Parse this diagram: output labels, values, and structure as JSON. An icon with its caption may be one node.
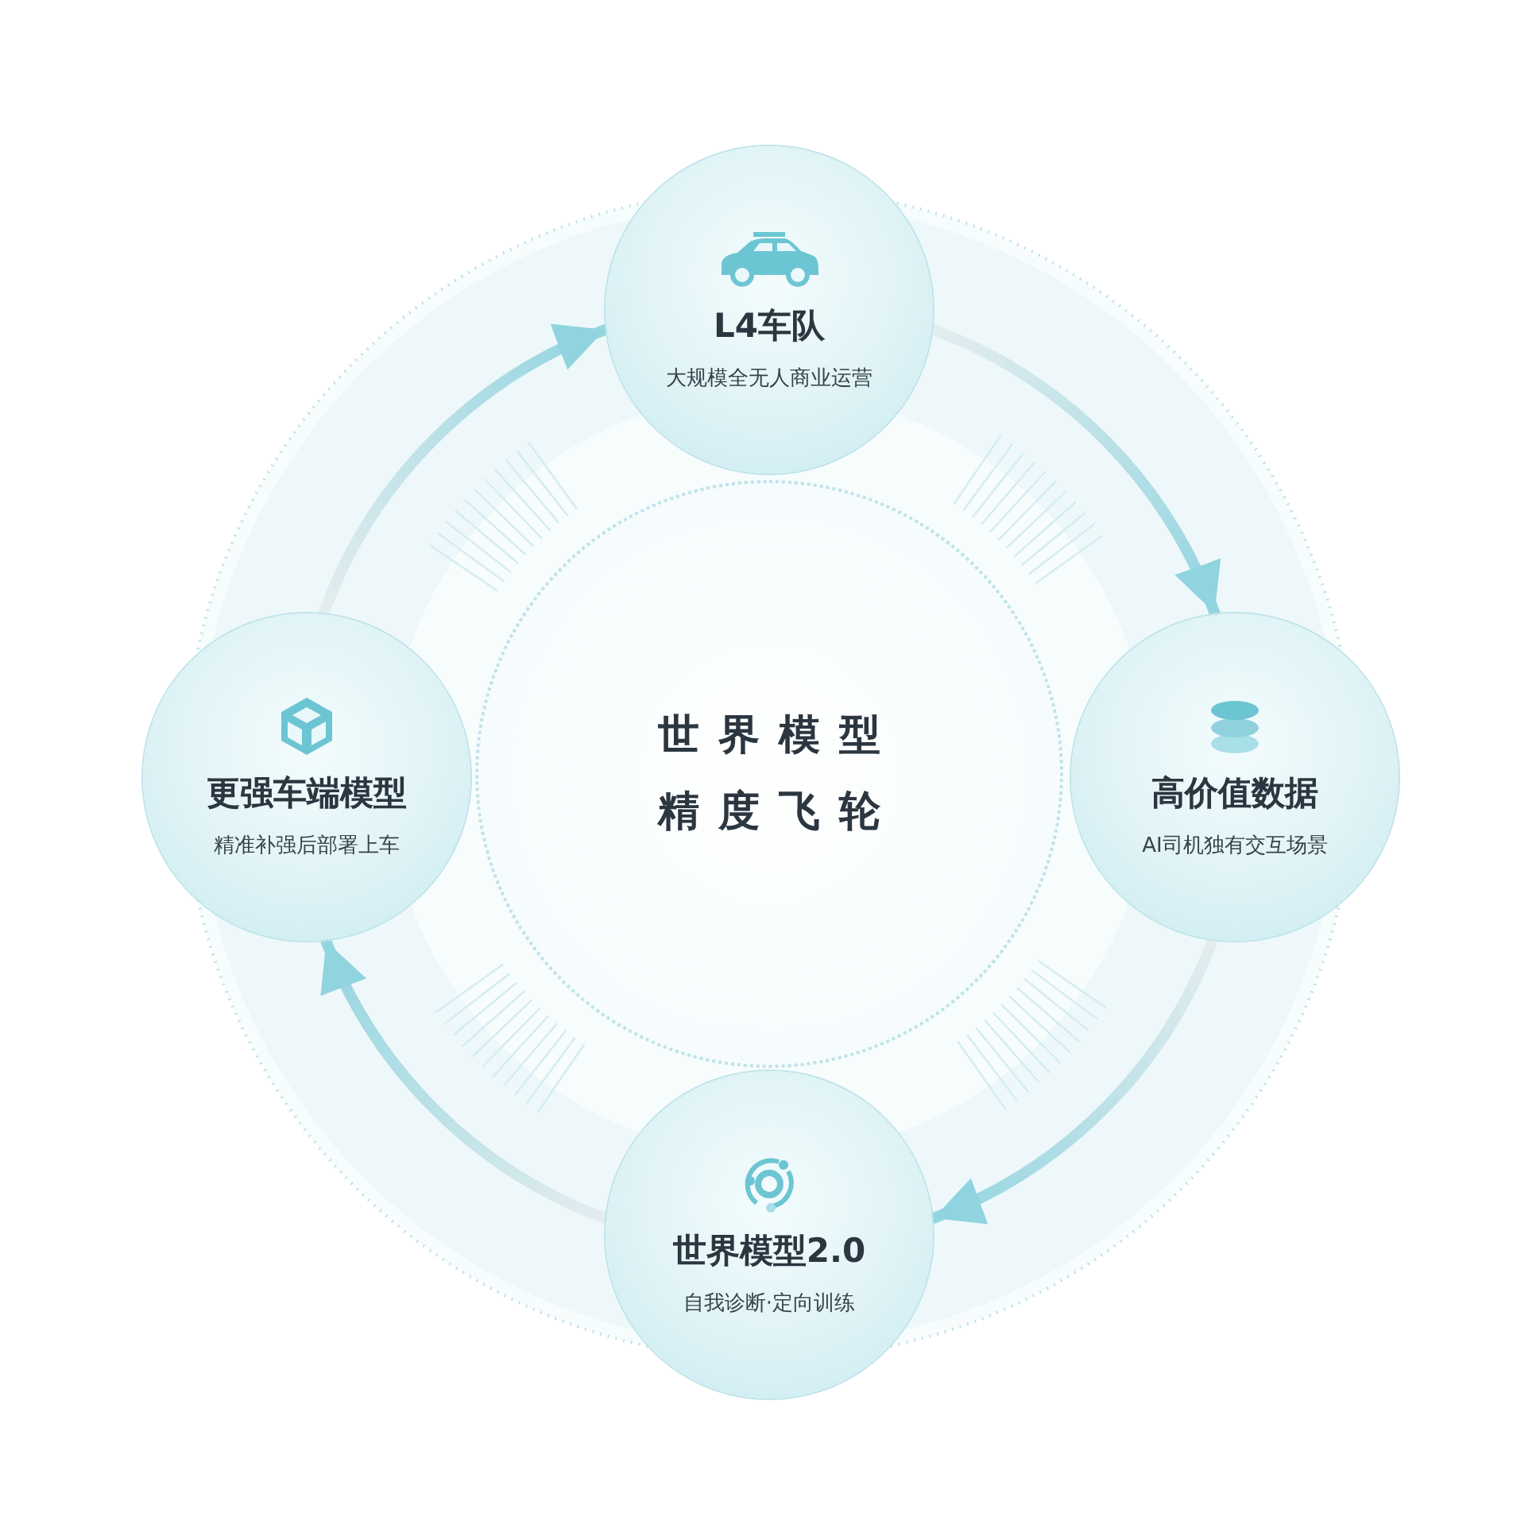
{
  "diagram": {
    "nodes": [
      {
        "text": [
          "世界模型精度飞轮"
        ]
      },
      {
        "text": [
          "L4车队",
          "大规模全无人商业运营"
        ]
      },
      {
        "text": [
          "高价值数据",
          "AI司机独有交互场景"
        ]
      },
      {
        "text": [
          "世界模型2.0",
          "自我诊断·定向训练"
        ]
      },
      {
        "text": [
          "更强车端模型",
          "精准补强后部署上车"
        ]
      }
    ],
    "edges": [
      {
        "from": 1,
        "to": 2,
        "arrow": "to"
      },
      {
        "from": 2,
        "to": 3,
        "arrow": "to"
      },
      {
        "from": 3,
        "to": 4,
        "arrow": "to"
      },
      {
        "from": 4,
        "to": 1,
        "arrow": "to"
      }
    ]
  }
}
